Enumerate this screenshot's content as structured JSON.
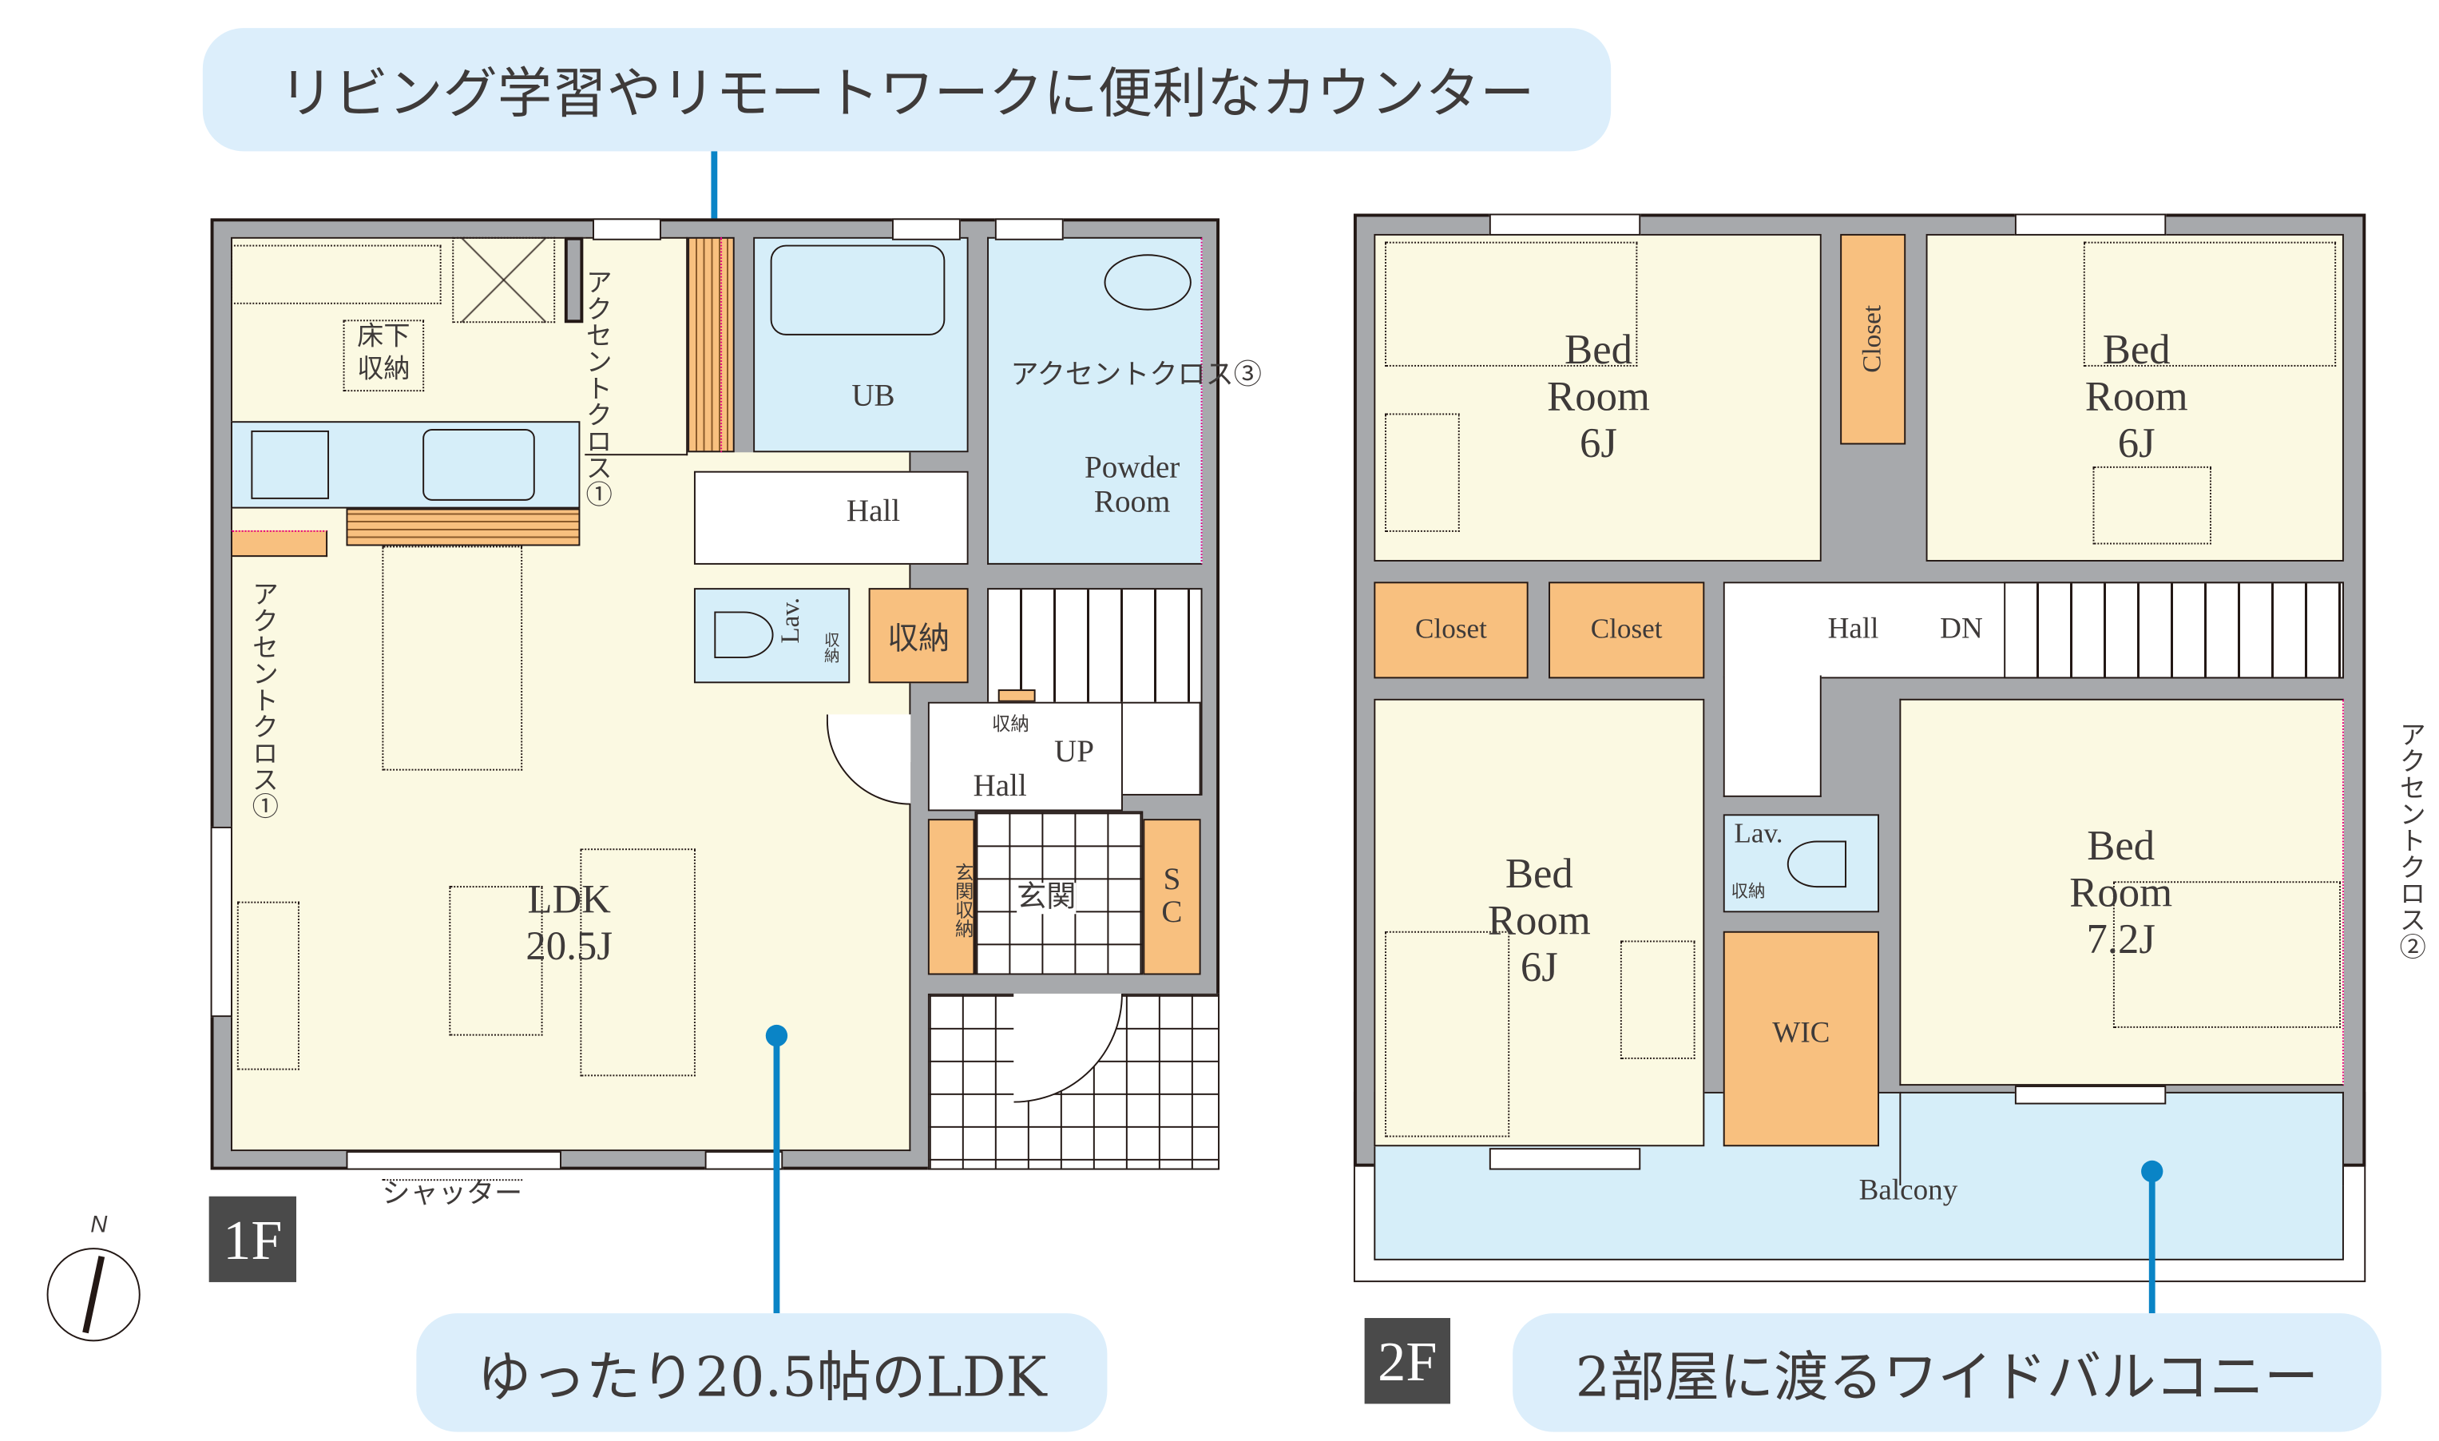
{
  "callouts": {
    "counter": "リビング学習やリモートワークに便利なカウンター",
    "ldk": "ゆったり20.5帖のLDK",
    "balcony": "2部屋に渡るワイドバルコニー"
  },
  "floor1": {
    "label": "1F",
    "rooms": {
      "ldk_name": "LDK",
      "ldk_size": "20.5J",
      "underfloor_storage": "床下収納",
      "ub": "UB",
      "hall_upper": "Hall",
      "powder_room_1": "Powder",
      "powder_room_2": "Room",
      "lav": "Lav.",
      "lav_storage": "収納",
      "storage": "収納",
      "hall_storage": "収納",
      "up": "UP",
      "hall_lower": "Hall",
      "entrance_storage": "玄関収納",
      "entrance": "玄関",
      "shoe_closet": "SC"
    },
    "accent_labels": {
      "counter_wall": "アクセントクロス①",
      "kitchen_wall": "アクセントクロス①",
      "powder_wall": "アクセントクロス③"
    },
    "shutter": "シャッター"
  },
  "floor2": {
    "label": "2F",
    "rooms": {
      "bed_tl": [
        "Bed",
        "Room",
        "6J"
      ],
      "bed_tr": [
        "Bed",
        "Room",
        "6J"
      ],
      "bed_bl": [
        "Bed",
        "Room",
        "6J"
      ],
      "bed_br": [
        "Bed",
        "Room",
        "7.2J"
      ],
      "closet_v": "Closet",
      "closet_1": "Closet",
      "closet_2": "Closet",
      "hall": "Hall",
      "dn": "DN",
      "lav": "Lav.",
      "lav_storage": "収納",
      "wic": "WIC",
      "balcony": "Balcony"
    },
    "accent_label": "アクセントクロス②"
  },
  "compass": {
    "north": "N"
  },
  "colors": {
    "wall": "#a7a9ac",
    "room": "#fbf9e2",
    "wet": "#d6eef9",
    "storage": "#f8c07f",
    "callout": "#dceefb",
    "pointer": "#0a84c6"
  }
}
